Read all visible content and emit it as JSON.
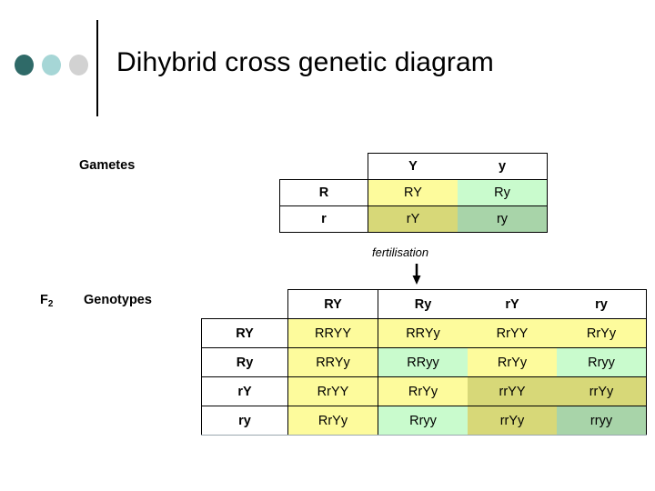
{
  "slide": {
    "title": "Dihybrid cross genetic diagram",
    "bullet_colors": [
      "#2f6a68",
      "#a6d6d6",
      "#d2d2d2"
    ],
    "rule_color": "#000000"
  },
  "palette": {
    "yellow": "#fdfb9c",
    "green": "#c9fbcd",
    "olive": "#d7d878",
    "dark_green": "#a8d4a9",
    "white": "#ffffff",
    "border": "#000000",
    "soft_border": "#9aa7b0"
  },
  "gametes": {
    "label": "Gametes",
    "column_headers": [
      "Y",
      "y"
    ],
    "row_headers": [
      "R",
      "r"
    ],
    "cells": [
      [
        {
          "text": "RY",
          "tint": "yellow"
        },
        {
          "text": "Ry",
          "tint": "green"
        }
      ],
      [
        {
          "text": "rY",
          "tint": "olive"
        },
        {
          "text": "ry",
          "tint": "dark_green"
        }
      ]
    ]
  },
  "fertilisation": {
    "note": "fertilisation",
    "arrow_icon": "down-arrow-icon"
  },
  "genotypes": {
    "generation_label": "F",
    "generation_subscript": "2",
    "label": "Genotypes",
    "column_headers": [
      "RY",
      "Ry",
      "rY",
      "ry"
    ],
    "row_headers": [
      "RY",
      "Ry",
      "rY",
      "ry"
    ],
    "cells": [
      [
        {
          "text": "RRYY",
          "tint": "yellow"
        },
        {
          "text": "RRYy",
          "tint": "yellow"
        },
        {
          "text": "RrYY",
          "tint": "yellow"
        },
        {
          "text": "RrYy",
          "tint": "yellow"
        }
      ],
      [
        {
          "text": "RRYy",
          "tint": "yellow"
        },
        {
          "text": "RRyy",
          "tint": "green"
        },
        {
          "text": "RrYy",
          "tint": "yellow"
        },
        {
          "text": "Rryy",
          "tint": "green"
        }
      ],
      [
        {
          "text": "RrYY",
          "tint": "yellow"
        },
        {
          "text": "RrYy",
          "tint": "yellow"
        },
        {
          "text": "rrYY",
          "tint": "olive"
        },
        {
          "text": "rrYy",
          "tint": "olive"
        }
      ],
      [
        {
          "text": "RrYy",
          "tint": "yellow"
        },
        {
          "text": "Rryy",
          "tint": "green"
        },
        {
          "text": "rrYy",
          "tint": "olive"
        },
        {
          "text": "rryy",
          "tint": "dark_green"
        }
      ]
    ]
  }
}
